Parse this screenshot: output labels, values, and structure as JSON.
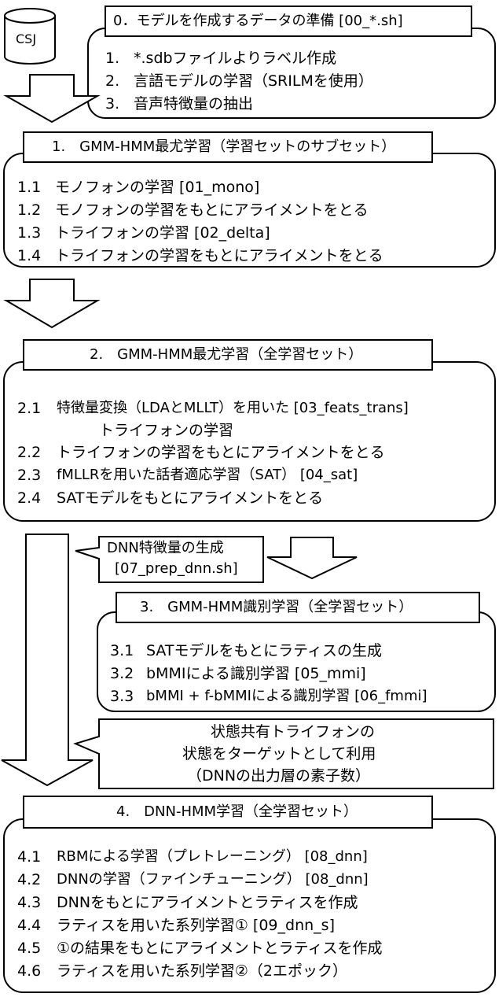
{
  "db": {
    "label": "CSJ"
  },
  "s0": {
    "header": "0．モデルを作成するデータの準備 [00_*.sh]",
    "items": [
      {
        "num": "1.",
        "text": "*.sdbファイルよりラベル作成"
      },
      {
        "num": "2.",
        "text": "言語モデルの学習（SRILMを使用）"
      },
      {
        "num": "3.",
        "text": "音声特徴量の抽出"
      }
    ]
  },
  "s1": {
    "header": "1.　GMM-HMM最尤学習（学習セットのサブセット）",
    "items": [
      {
        "num": "1.1",
        "text": "モノフォンの学習 [01_mono]"
      },
      {
        "num": "1.2",
        "text": "モノフォンの学習をもとにアライメントをとる"
      },
      {
        "num": "1.3",
        "text": "トライフォンの学習 [02_delta]"
      },
      {
        "num": "1.4",
        "text": "トライフォンの学習をもとにアライメントをとる"
      }
    ]
  },
  "s2": {
    "header": "2.　GMM-HMM最尤学習（全学習セット）",
    "items": [
      {
        "num": "2.1",
        "text": "特徴量変換（LDAとMLLT）を用いた [03_feats_trans]"
      },
      {
        "num": "",
        "text": "トライフォンの学習"
      },
      {
        "num": "2.2",
        "text": "トライフォンの学習をもとにアライメントをとる"
      },
      {
        "num": "2.3",
        "text": "fMLLRを用いた話者適応学習（SAT） [04_sat]"
      },
      {
        "num": "2.4",
        "text": "SATモデルをもとにアライメントをとる"
      }
    ]
  },
  "callout_dnn_feat": {
    "line1": "DNN特徴量の生成",
    "line2": "[07_prep_dnn.sh]"
  },
  "s3": {
    "header": "3.　GMM-HMM識別学習（全学習セット）",
    "items": [
      {
        "num": "3.1",
        "text": "SATモデルをもとにラティスの生成"
      },
      {
        "num": "3.2",
        "text": "bMMIによる識別学習 [05_mmi]"
      },
      {
        "num": "3.3",
        "text": "bMMI + f-bMMIによる識別学習 [06_fmmi]"
      }
    ]
  },
  "callout_target": {
    "line1": "状態共有トライフォンの",
    "line2": "状態をターゲットとして利用",
    "line3": "（DNNの出力層の素子数）"
  },
  "s4": {
    "header": "4.　DNN-HMM学習（全学習セット）",
    "items": [
      {
        "num": "4.1",
        "text": "RBMによる学習（プレトレーニング） [08_dnn]"
      },
      {
        "num": "4.2",
        "text": "DNNの学習（ファインチューニング） [08_dnn]"
      },
      {
        "num": "4.3",
        "text": "DNNをもとにアライメントとラティスを作成"
      },
      {
        "num": "4.4",
        "text": "ラティスを用いた系列学習① [09_dnn_s]"
      },
      {
        "num": "4.5",
        "text": "①の結果をもとにアライメントとラティスを作成"
      },
      {
        "num": "4.6",
        "text": "ラティスを用いた系列学習②（2エポック）"
      }
    ]
  }
}
